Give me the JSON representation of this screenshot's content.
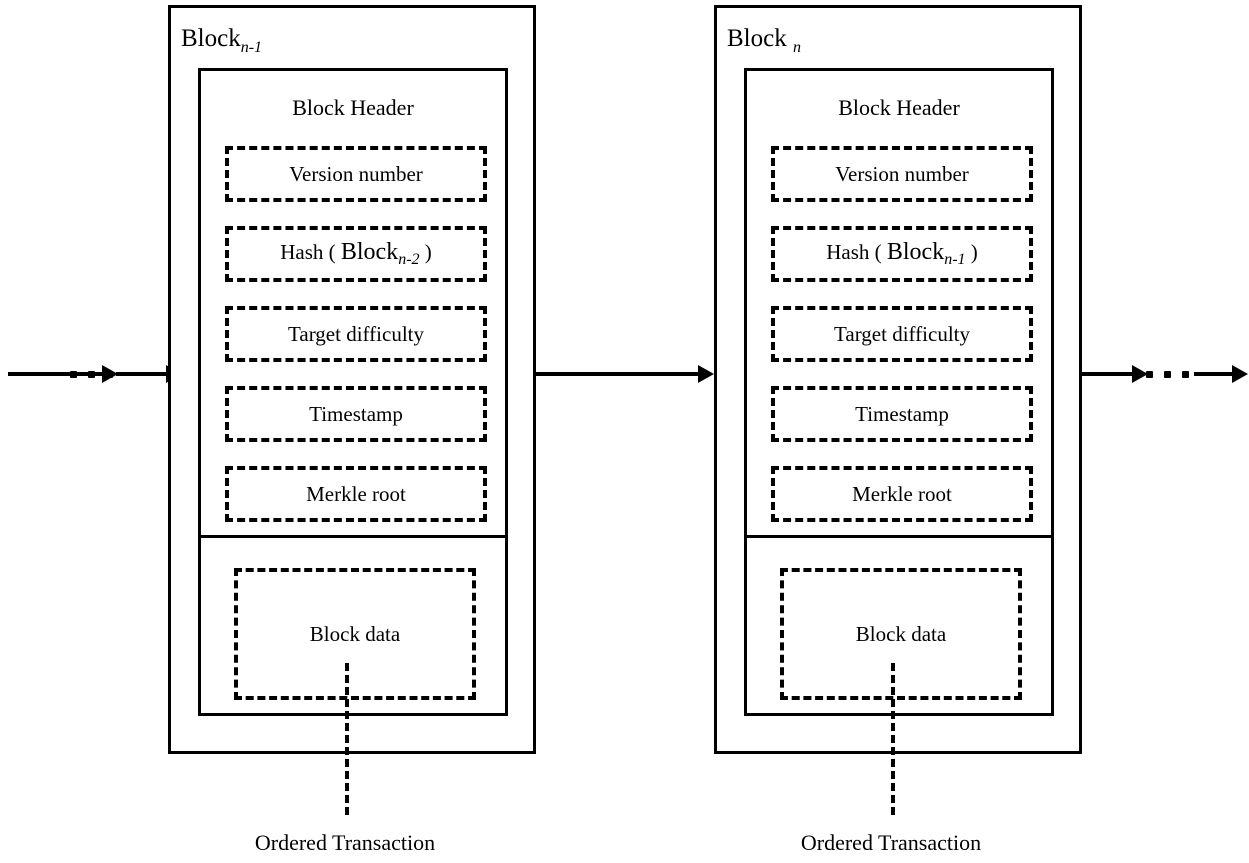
{
  "diagram": {
    "title": "Blockchain block structure chain",
    "background_color": "#ffffff",
    "stroke_color": "#000000"
  },
  "blocks": [
    {
      "id": "block-n-minus-1",
      "title_main": "Block",
      "title_sub": "n-1",
      "header_title": "Block Header",
      "fields": [
        {
          "id": "version-number",
          "label": "Version number",
          "type": "text"
        },
        {
          "id": "hash-prev",
          "label": "Hash ( Block n-2 )",
          "type": "hash",
          "hash_prefix": "Hash ( ",
          "hash_arg": "Block",
          "hash_sub": "n-2",
          "hash_suffix": " )"
        },
        {
          "id": "target-difficulty",
          "label": "Target difficulty",
          "type": "text"
        },
        {
          "id": "timestamp",
          "label": "Timestamp",
          "type": "text"
        },
        {
          "id": "merkle-root",
          "label": "Merkle root",
          "type": "text"
        }
      ],
      "data_label": "Block data",
      "tail_label": "Ordered Transaction"
    },
    {
      "id": "block-n",
      "title_main": "Block",
      "title_sub": "n",
      "header_title": "Block Header",
      "fields": [
        {
          "id": "version-number",
          "label": "Version number",
          "type": "text"
        },
        {
          "id": "hash-prev",
          "label": "Hash ( Block n-1 )",
          "type": "hash",
          "hash_prefix": "Hash ( ",
          "hash_arg": "Block",
          "hash_sub": "n-1",
          "hash_suffix": " )"
        },
        {
          "id": "target-difficulty",
          "label": "Target difficulty",
          "type": "text"
        },
        {
          "id": "timestamp",
          "label": "Timestamp",
          "type": "text"
        },
        {
          "id": "merkle-root",
          "label": "Merkle root",
          "type": "text"
        }
      ],
      "data_label": "Block data",
      "tail_label": "Ordered Transaction"
    }
  ],
  "connectors": {
    "left_ellipsis": "...",
    "right_ellipsis": "...",
    "chain_direction": "left-to-right"
  }
}
